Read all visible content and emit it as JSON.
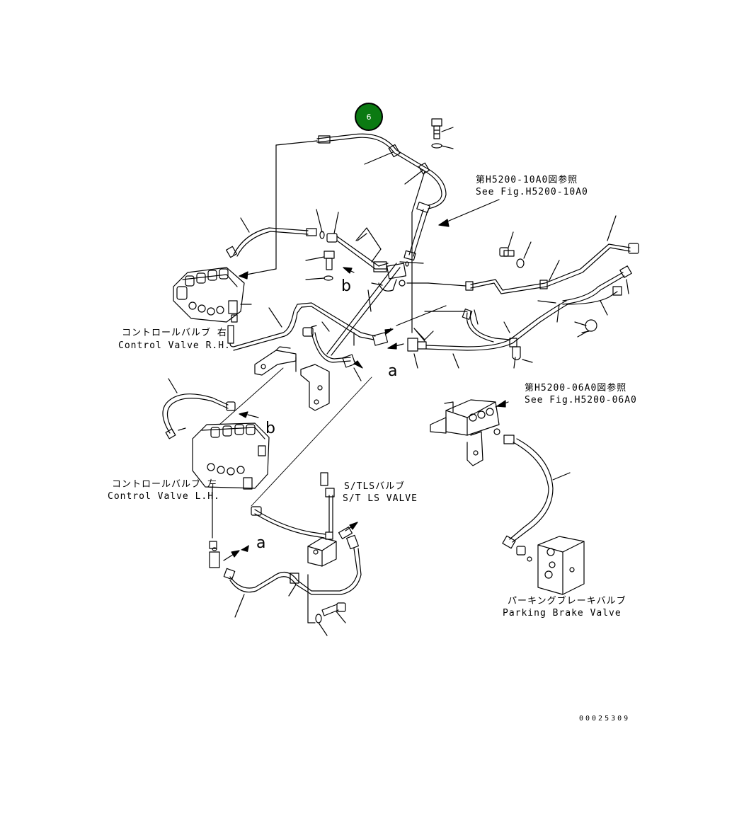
{
  "part_marker": {
    "number": "6"
  },
  "labels": {
    "see_fig_10_jp": "第H5200-10A0図参照",
    "see_fig_10_en": "See Fig.H5200-10A0",
    "see_fig_06_jp": "第H5200-06A0図参照",
    "see_fig_06_en": "See Fig.H5200-06A0",
    "cv_rh_jp": "コントロールバルブ 右",
    "cv_rh_en": "Control Valve R.H.",
    "cv_lh_jp": "コントロールバルブ 左",
    "cv_lh_en": "Control Valve L.H.",
    "stls_jp": "S/TLSバルブ",
    "stls_en": "S/T LS VALVE",
    "pbv_jp": "パーキングブレーキバルブ",
    "pbv_en": "Parking Brake Valve"
  },
  "connection_marks": {
    "b_upper": "b",
    "b_lower": "b",
    "a_right": "a",
    "a_lower": "a"
  },
  "drawing_number": "00025309"
}
